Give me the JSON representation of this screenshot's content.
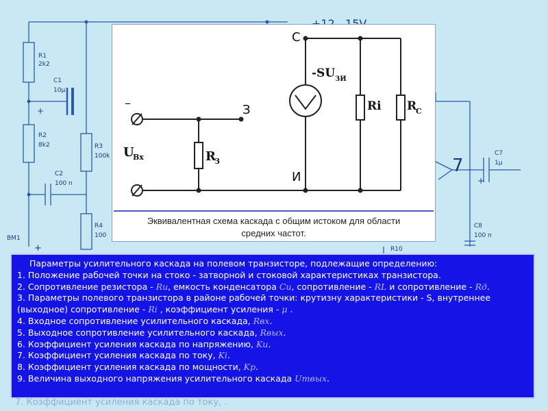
{
  "background_circuit": {
    "supply_label": "+12...15V",
    "r1": "R1",
    "r1_val": "2k2",
    "c1": "C1",
    "c1_val": "10μ",
    "r2": "R2",
    "r2_val": "8k2",
    "c2": "C2",
    "c2_val": "100 n",
    "r3": "R3",
    "r3_val": "100k",
    "r4": "R4",
    "r4_val": "100",
    "bm1": "BM1",
    "c7": "C7",
    "c7_val": "1μ",
    "c8": "C8",
    "c8_val": "100 n",
    "r10": "R10",
    "node7": "7"
  },
  "schematic": {
    "terminal_minus": "–",
    "node_gate": "З",
    "input_label": "U",
    "input_sub": "Вх",
    "rz_label": "R",
    "rz_sub": "З",
    "node_drain": "С",
    "node_source": "И",
    "source_label": "-SU",
    "source_sub": "ЗИ",
    "ri_label": "Ri",
    "rc_label": "R",
    "rc_sub": "С"
  },
  "caption": {
    "line1": "Эквивалентная схема каскада с общим истоком для области",
    "line2": "средних частот."
  },
  "params": {
    "title": "Параметры усилительного каскада на полевом транзисторе, подлежащие определению:",
    "item1": "1. Положение рабочей точки на стоко - затворной и стоковой характеристиках транзистора.",
    "item2_a": "2. Сопротивление резистора - ",
    "item2_rn": "Rи",
    "item2_b": ", емкость конденсатора ",
    "item2_cn": "Cи",
    "item2_c": ", сопротивление - ",
    "item2_rl": "RL",
    "item2_d": " и сопротивление - ",
    "item2_rd": "Rд",
    "item2_e": ".",
    "item3_a": "3. Параметры полевого транзистора в районе рабочей точки: крутизну характеристики - S, внутреннее",
    "item3_b": "(выходное) сопротивление - ",
    "item3_ri": "Ri",
    "item3_c": " , коэффициент усиления - ",
    "item3_mu": "μ",
    "item3_d": " .",
    "item4_a": "4. Входное сопротивление усилительного каскада, ",
    "item4_r": "Rвх",
    "item4_b": ".",
    "item5_a": "5. Выходное сопротивление усилительного каскада, ",
    "item5_r": "Rвых",
    "item5_b": ".",
    "item6_a": "6. Коэффициент усиления каскада по напряжению, ",
    "item6_k": "Kи",
    "item6_b": ".",
    "item7_a": "7. Коэффициент усиления каскада по току, ",
    "item7_k": "Ki",
    "item7_b": ".",
    "item8_a": "8. Коэффициент усиления каскада по мощности, ",
    "item8_k": "Kp",
    "item8_b": ".",
    "item9_a": "9. Величина выходного напряжения усилительного каскада ",
    "item9_u": "Umвых",
    "item9_b": "."
  },
  "bottom_overflow_text": "7. Коэффициент усиления каскада по току, ."
}
